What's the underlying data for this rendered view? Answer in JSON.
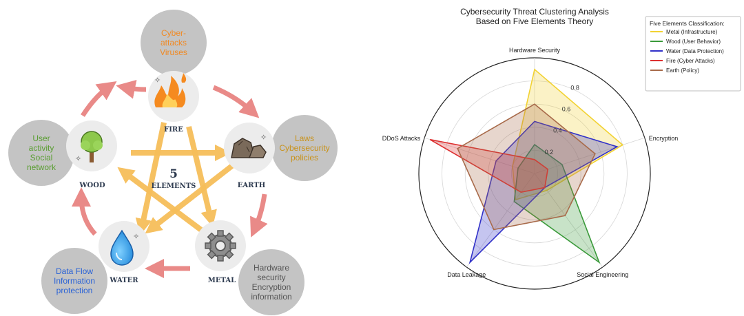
{
  "diagram": {
    "center": {
      "number": "5",
      "text": "ELEMENTS"
    },
    "elements": [
      {
        "key": "fire",
        "label": "FIRE",
        "description": [
          "Cyber-",
          "attacks",
          "Viruses"
        ],
        "desc_color": "#f08a24"
      },
      {
        "key": "earth",
        "label": "EARTH",
        "description": [
          "Laws",
          "Cybersecurity",
          "policies"
        ],
        "desc_color": "#c8921a"
      },
      {
        "key": "metal",
        "label": "METAL",
        "description": [
          "Hardware",
          "security",
          "Encryption",
          "information"
        ],
        "desc_color": "#555555"
      },
      {
        "key": "water",
        "label": "WATER",
        "description": [
          "Data Flow",
          "Information",
          "protection"
        ],
        "desc_color": "#2962d6"
      },
      {
        "key": "wood",
        "label": "WOOD",
        "description": [
          "User",
          "activity",
          "Social",
          "network"
        ],
        "desc_color": "#5a9e32"
      }
    ],
    "colors": {
      "cycle_arrow": "#e98a88",
      "star_arrow": "#f6be5a",
      "desc_circle": "#c4c4c4",
      "icon_circle": "#ececec"
    }
  },
  "chart_data": {
    "type": "radar",
    "title": [
      "Cybersecurity Threat Clustering Analysis",
      "Based on Five Elements Theory"
    ],
    "axes": [
      "Hardware Security",
      "Encryption",
      "Social Engineering",
      "Data Leakage",
      "DDoS Attacks"
    ],
    "radial_ticks": [
      "0.2",
      "0.4",
      "0.6",
      "0.8"
    ],
    "range": [
      0,
      1
    ],
    "legend_title": "Five Elements Classification:",
    "legend_position": "top-right",
    "series": [
      {
        "name": "Metal (Infrastructure)",
        "color": "#f2d232",
        "values": [
          0.9,
          0.8,
          0.18,
          0.28,
          0.2
        ]
      },
      {
        "name": "Wood (User Behavior)",
        "color": "#3a9a3a",
        "values": [
          0.25,
          0.25,
          0.95,
          0.3,
          0.15
        ]
      },
      {
        "name": "Water (Data Protection)",
        "color": "#3030c8",
        "values": [
          0.45,
          0.75,
          0.15,
          0.95,
          0.35
        ]
      },
      {
        "name": "Fire (Cyber Attacks)",
        "color": "#dd3030",
        "values": [
          0.12,
          0.12,
          0.15,
          0.2,
          0.95
        ]
      },
      {
        "name": "Earth (Policy)",
        "color": "#a86a4a",
        "values": [
          0.6,
          0.55,
          0.45,
          0.6,
          0.7
        ]
      }
    ]
  }
}
